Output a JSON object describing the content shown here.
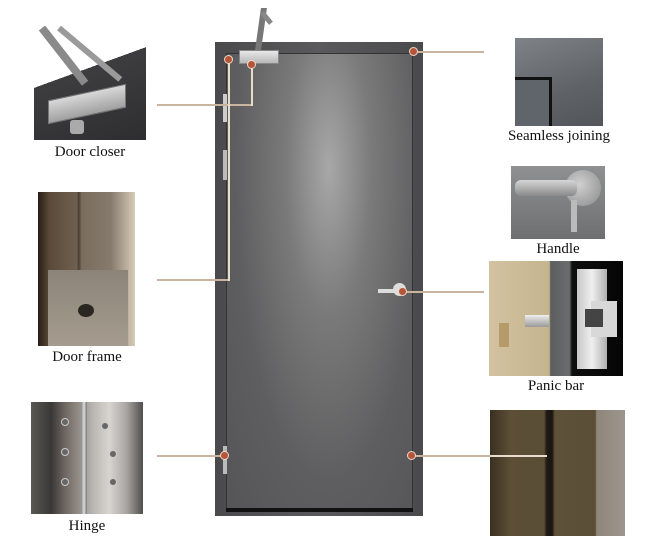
{
  "figure": {
    "subject": "steel-fire-door",
    "callout_color": "#b5553a",
    "leader_line_color": "#c9b49e"
  },
  "callouts": {
    "door_closer": {
      "label": "Door closer"
    },
    "door_frame": {
      "label": "Door frame"
    },
    "hinge": {
      "label": "Hinge"
    },
    "seamless_joining": {
      "label": "Seamless joining"
    },
    "handle": {
      "label": "Handle"
    },
    "panic_bar": {
      "label": "Panic bar"
    },
    "frame_gap": {
      "label": ""
    }
  }
}
